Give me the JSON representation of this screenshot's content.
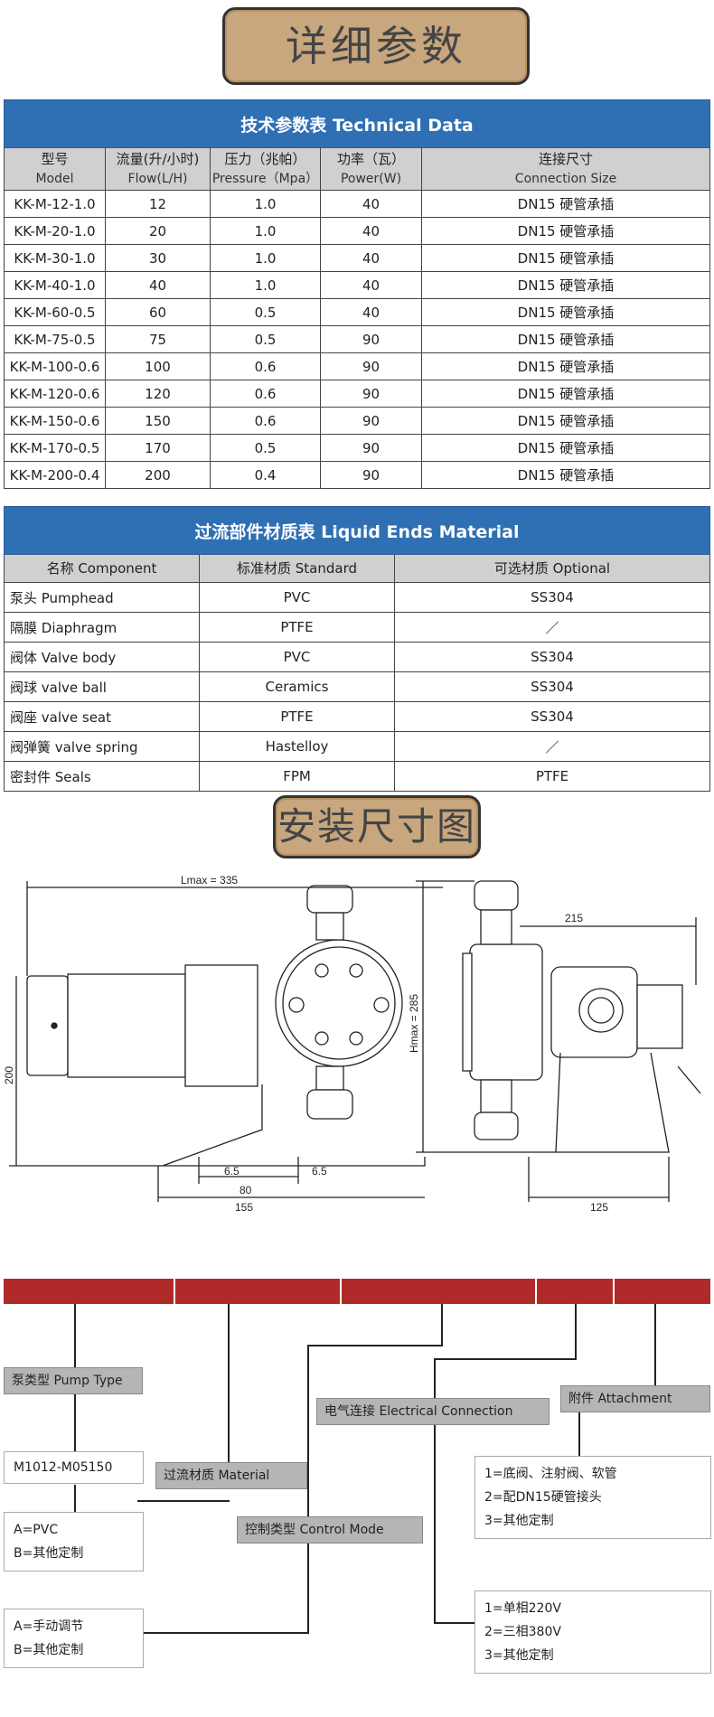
{
  "banner_top": "详细参数",
  "tech": {
    "title": "技术参数表 Technical Data",
    "headers": [
      {
        "cn": "型号",
        "en": "Model"
      },
      {
        "cn": "流量(升/小时)",
        "en": "Flow(L/H)"
      },
      {
        "cn": "压力（兆帕）",
        "en": "Pressure（Mpa）"
      },
      {
        "cn": "功率（瓦）",
        "en": "Power(W)"
      },
      {
        "cn": "连接尺寸",
        "en": "Connection Size"
      }
    ],
    "rows": [
      [
        "KK-M-12-1.0",
        "12",
        "1.0",
        "40",
        "DN15 硬管承插"
      ],
      [
        "KK-M-20-1.0",
        "20",
        "1.0",
        "40",
        "DN15 硬管承插"
      ],
      [
        "KK-M-30-1.0",
        "30",
        "1.0",
        "40",
        "DN15 硬管承插"
      ],
      [
        "KK-M-40-1.0",
        "40",
        "1.0",
        "40",
        "DN15 硬管承插"
      ],
      [
        "KK-M-60-0.5",
        "60",
        "0.5",
        "40",
        "DN15 硬管承插"
      ],
      [
        "KK-M-75-0.5",
        "75",
        "0.5",
        "90",
        "DN15 硬管承插"
      ],
      [
        "KK-M-100-0.6",
        "100",
        "0.6",
        "90",
        "DN15 硬管承插"
      ],
      [
        "KK-M-120-0.6",
        "120",
        "0.6",
        "90",
        "DN15 硬管承插"
      ],
      [
        "KK-M-150-0.6",
        "150",
        "0.6",
        "90",
        "DN15 硬管承插"
      ],
      [
        "KK-M-170-0.5",
        "170",
        "0.5",
        "90",
        "DN15 硬管承插"
      ],
      [
        "KK-M-200-0.4",
        "200",
        "0.4",
        "90",
        "DN15 硬管承插"
      ]
    ]
  },
  "material": {
    "title": "过流部件材质表 Liquid Ends Material",
    "headers": [
      "名称 Component",
      "标准材质 Standard",
      "可选材质 Optional"
    ],
    "rows": [
      [
        "泵头 Pumphead",
        "PVC",
        "SS304"
      ],
      [
        "隔膜 Diaphragm",
        "PTFE",
        "／"
      ],
      [
        "阀体 Valve body",
        "PVC",
        "SS304"
      ],
      [
        "阀球 valve ball",
        "Ceramics",
        "SS304"
      ],
      [
        "阀座 valve seat",
        "PTFE",
        "SS304"
      ],
      [
        "阀弹簧 valve spring",
        "Hastelloy",
        "／"
      ],
      [
        "密封件 Seals",
        "FPM",
        "PTFE"
      ]
    ]
  },
  "banner_install": "安装尺寸图",
  "dims": {
    "lmax": "Lmax = 335",
    "h200": "200",
    "d65a": "6.5",
    "d65b": "6.5",
    "d80": "80",
    "d155": "155",
    "hmax": "Hmax = 285",
    "d215": "215",
    "d125": "125"
  },
  "order": {
    "pump_type": "泵类型 Pump Type",
    "pump_range": "M1012-M05150",
    "material": "过流材质 Material",
    "material_opts": [
      "A=PVC",
      "B=其他定制"
    ],
    "control": "控制类型 Control Mode",
    "control_opts": [
      "A=手动调节",
      "B=其他定制"
    ],
    "electrical": "电气连接 Electrical Connection",
    "electrical_opts": [
      "1=单相220V",
      "2=三相380V",
      "3=其他定制"
    ],
    "attachment": "附件 Attachment",
    "attachment_opts": [
      "1=底阀、注射阀、软管",
      "2=配DN15硬管接头",
      "3=其他定制"
    ]
  },
  "colors": {
    "banner": "#c8a67e",
    "table_header": "#2f6fb3",
    "header_grey": "#d0d0d0",
    "order_bar": "#b02a2a"
  }
}
